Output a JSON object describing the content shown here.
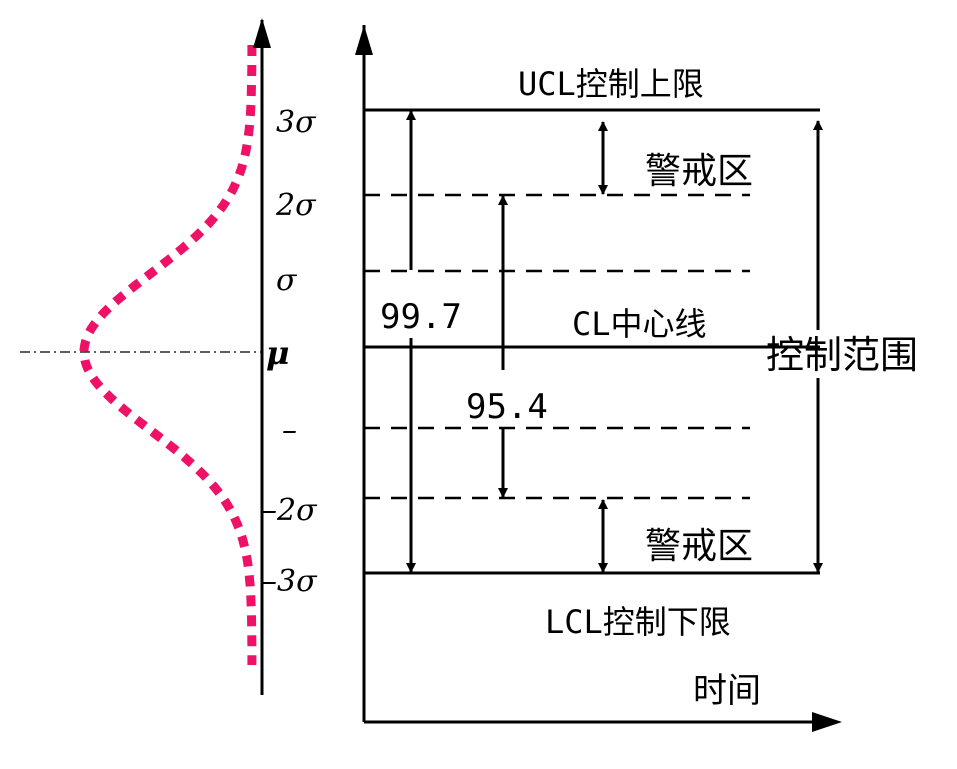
{
  "sigma_axis": {
    "ticks": [
      "3σ",
      "2σ",
      "σ",
      "μ",
      "–",
      "–2σ",
      "–3σ"
    ]
  },
  "lines": {
    "ucl": "UCL控制上限",
    "cl": "CL中心线",
    "lcl": "LCL控制下限"
  },
  "zones": {
    "warning_upper": "警戒区",
    "warning_lower": "警戒区",
    "control_range": "控制范围"
  },
  "percentages": {
    "three_sigma": "99.7",
    "two_sigma": "95.4"
  },
  "axes": {
    "x_label": "时间"
  },
  "colors": {
    "curve": "#ee1166",
    "lines": "#000000"
  }
}
